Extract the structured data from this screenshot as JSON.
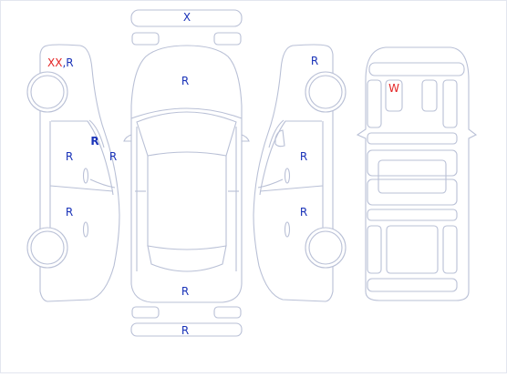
{
  "colors": {
    "outline": "#b9c0d6",
    "mark": "#1a33b8",
    "damage": "#e42424"
  },
  "left_side": {
    "front_fender": {
      "code1": "XX",
      "sep": ",",
      "code2": "R"
    },
    "front_door": "R",
    "front_door_frame": "R",
    "door_handle_area": "R",
    "rear_door": "R"
  },
  "top_view": {
    "front_bumper": "X",
    "hood": "R",
    "trunk": "R",
    "rear_bumper": "R"
  },
  "right_side": {
    "rear_fender": "R",
    "rear_door": "R",
    "front_door": "R"
  },
  "interior": {
    "dashboard": "W"
  }
}
